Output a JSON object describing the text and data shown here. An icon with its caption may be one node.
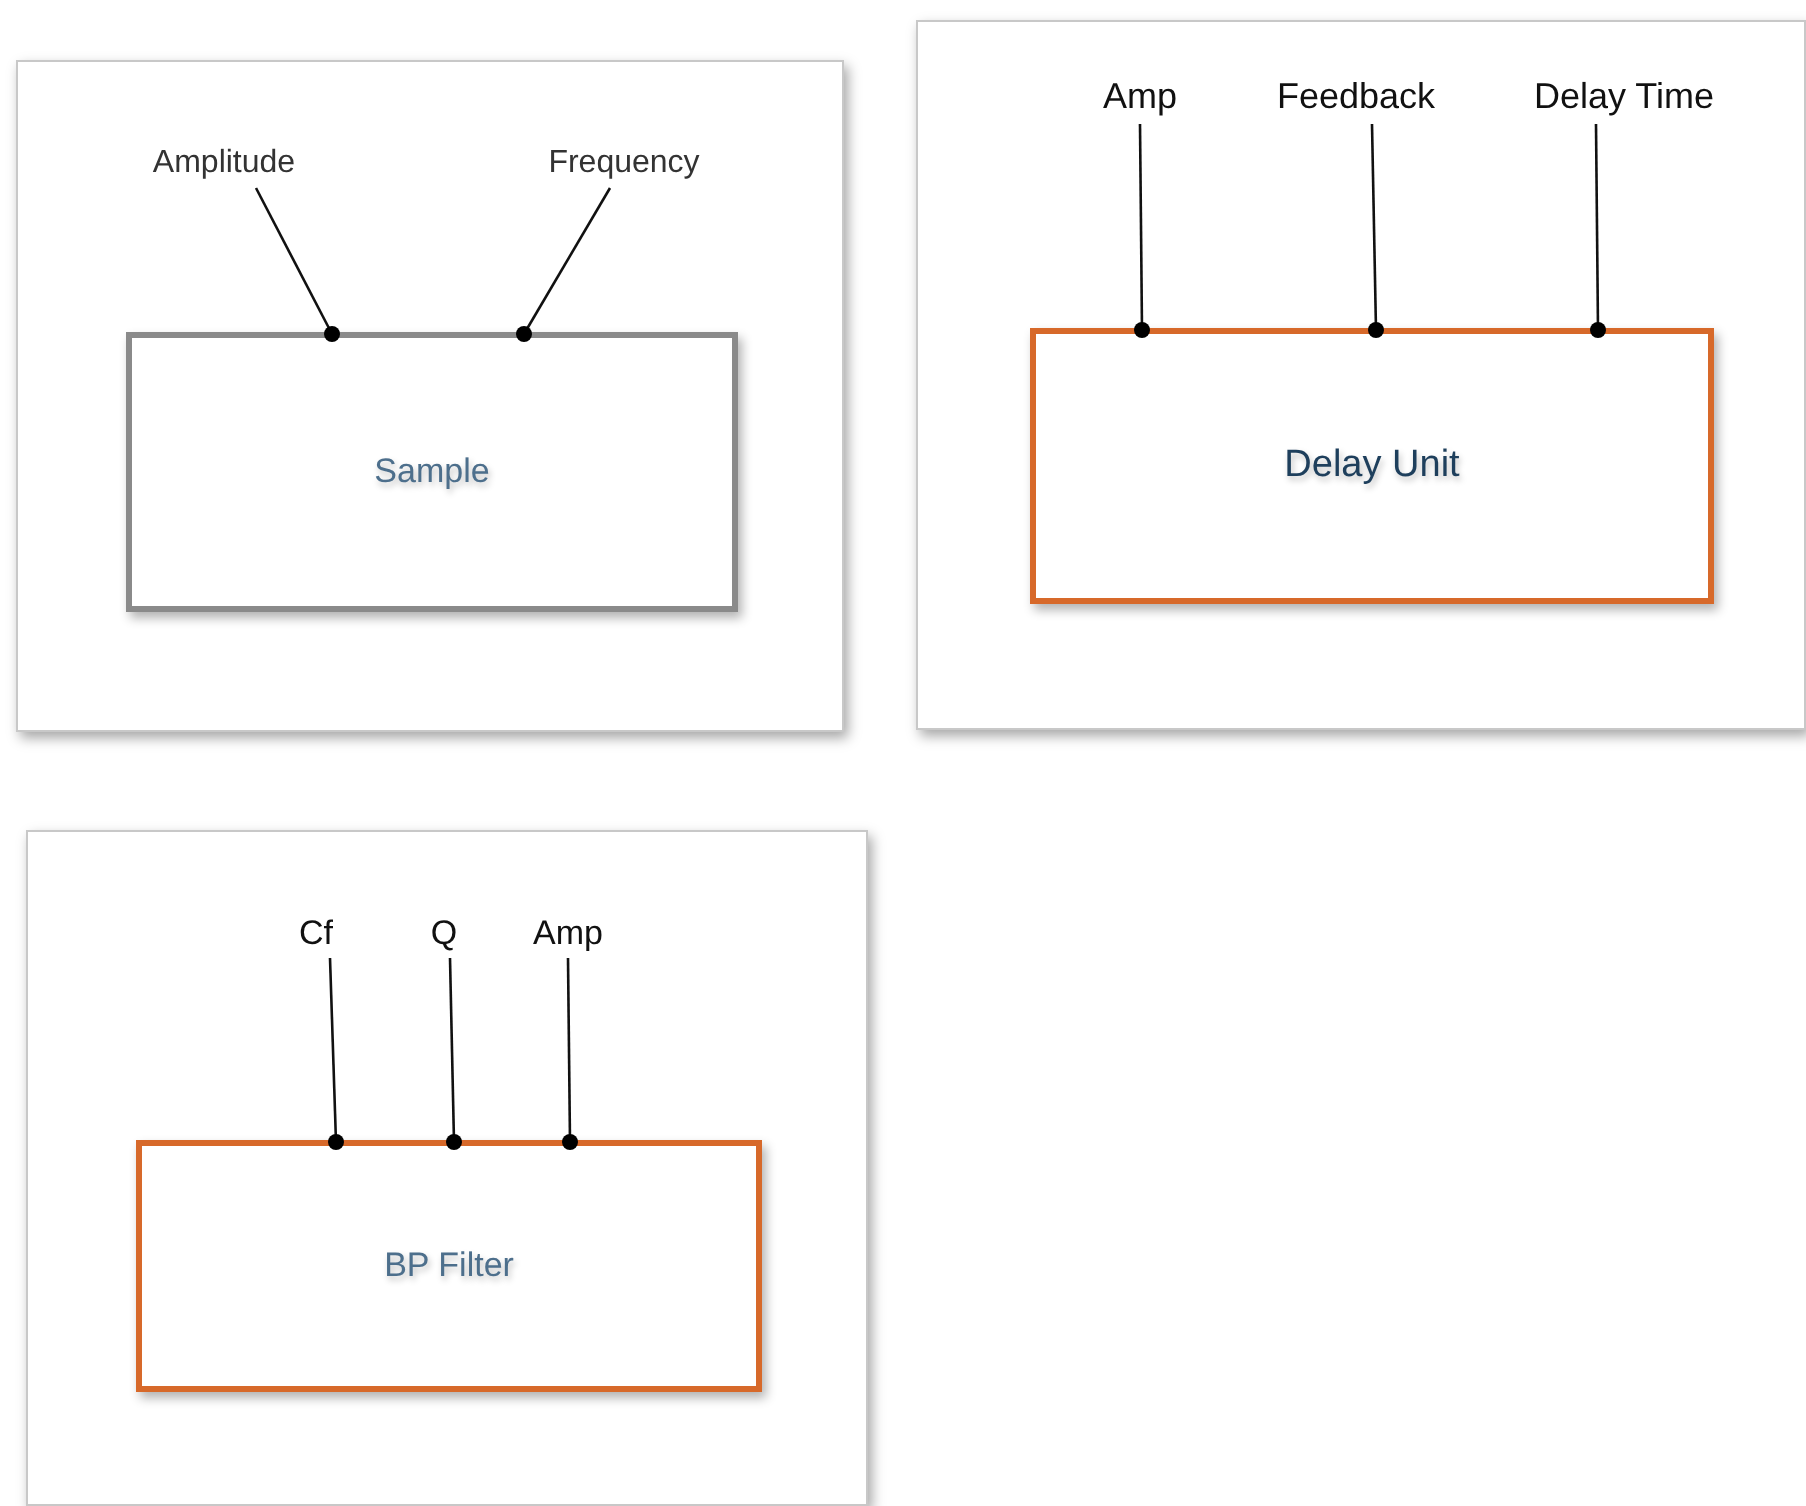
{
  "diagram": {
    "nodes": [
      {
        "text": [],
        "shape": "box"
      },
      {
        "text": [
          "Amplitude"
        ],
        "in": 0
      },
      {
        "text": [
          "Frequency"
        ],
        "in": 0
      },
      {
        "text": [
          "Sample"
        ],
        "in": 0
      },
      {
        "text": [],
        "shape": "box"
      },
      {
        "text": [
          "Amp"
        ],
        "in": 4
      },
      {
        "text": [
          "Feedback"
        ],
        "in": 4
      },
      {
        "text": [
          "Delay Time"
        ],
        "in": 4
      },
      {
        "text": [
          "Delay Unit"
        ],
        "in": 4
      },
      {
        "text": [],
        "shape": "box"
      },
      {
        "text": [
          "Cf"
        ],
        "in": 9
      },
      {
        "text": [
          "Q"
        ],
        "in": 9
      },
      {
        "text": [
          "Amp"
        ],
        "in": 9
      },
      {
        "text": [
          "BP Filter"
        ],
        "in": 9
      }
    ],
    "edges": [
      {
        "from": 1,
        "to": 3,
        "arrow": "other"
      },
      {
        "from": 2,
        "to": 3,
        "arrow": "other"
      },
      {
        "from": 5,
        "to": 8,
        "arrow": "other"
      },
      {
        "from": 6,
        "to": 8,
        "arrow": "other"
      },
      {
        "from": 7,
        "to": 8,
        "arrow": "other"
      },
      {
        "from": 10,
        "to": 13,
        "arrow": "other"
      },
      {
        "from": 11,
        "to": 13,
        "arrow": "other"
      },
      {
        "from": 12,
        "to": 13,
        "arrow": "other"
      }
    ]
  }
}
